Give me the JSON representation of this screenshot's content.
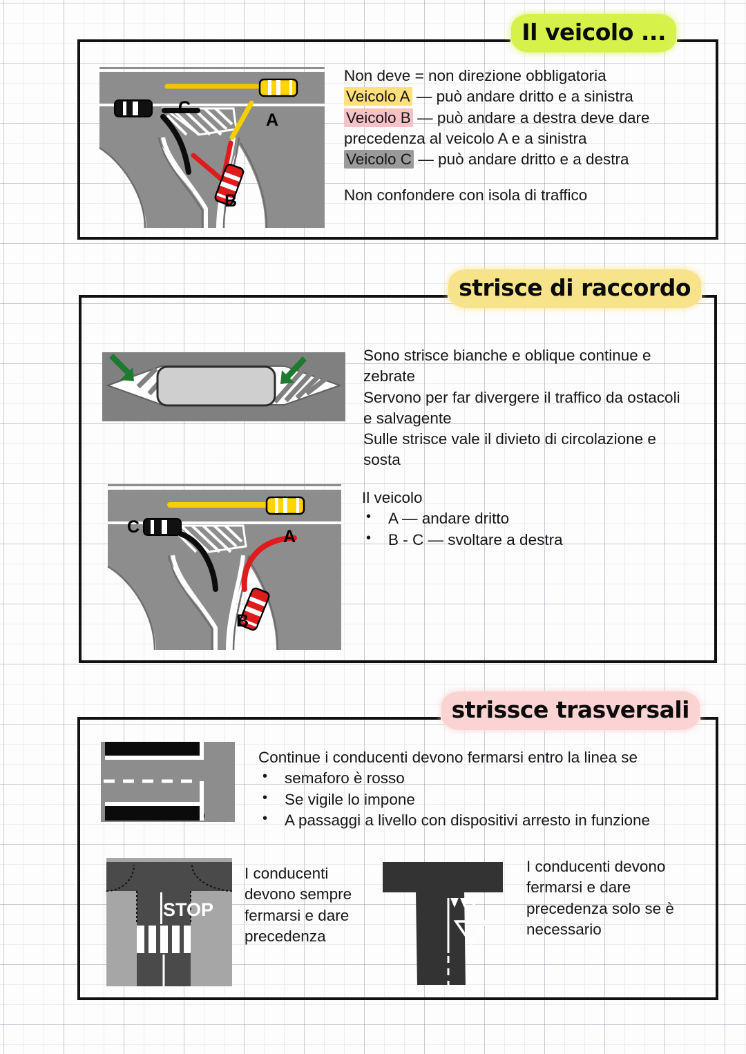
{
  "page": {
    "background": "#fdfdfd",
    "grid_color": "#787d8c"
  },
  "sections": [
    {
      "title": "Il veicolo ...",
      "title_highlight": "#d6f24a",
      "lines": [
        "Non deve = non direzione obbligatoria",
        "Veicolo A —  può andare dritto e a sinistra",
        "Veicolo B —  può andare a destra deve dare",
        "precedenza al veicolo A e a sinistra",
        "Veicolo C —  può andare dritto e a destra",
        "Non confondere con isola di traffico"
      ],
      "marks": {
        "a": "Veicolo A",
        "b": "Veicolo B",
        "c": "Veicolo C",
        "a_color": "#ffe07a",
        "b_color": "#f7c2c7",
        "c_color": "#9a9a9a"
      },
      "diagram": {
        "name": "junction-no-obligatory-direction",
        "car_labels": [
          "A",
          "B",
          "C"
        ],
        "car_colors": [
          "#ffd400",
          "#e01b1b",
          "#111111"
        ]
      }
    },
    {
      "title": "strisce di raccordo",
      "title_highlight": "#f7e38a",
      "para1": [
        "Sono strisce bianche e oblique continue e",
        "zebrate",
        "Servono per far divergere il traffico da ostacoli",
        "e salvagente",
        "Sulle strisce vale il divieto di circolazione e",
        "sosta"
      ],
      "para2_heading": "Il veicolo",
      "para2_bullets": [
        "A —  andare dritto",
        "B - C —  svoltare a destra"
      ],
      "diagram_island": {
        "name": "traffic-island-with-diverging-stripes",
        "arrow_color": "#1d7a2e"
      },
      "diagram_junction": {
        "name": "junction-with-connecting-stripes",
        "car_labels": [
          "A",
          "B",
          "C"
        ]
      }
    },
    {
      "title": "strissce trasversali",
      "title_highlight": "#fbd3d3",
      "intro": "Continue i conducenti devono fermarsi entro la linea se",
      "bullets": [
        "semaforo è rosso",
        "Se vigile lo impone",
        "A passaggi a livello con dispositivi arresto in funzione"
      ],
      "stop_caption": [
        "I conducenti",
        "devono  sempre",
        "fermarsi e dare",
        "precedenza"
      ],
      "giveway_caption": [
        "I conducenti devono",
        "fermarsi e dare",
        "precedenza solo se è",
        "necessario"
      ],
      "diagrams": {
        "continuous_line": "continuous-stop-line-junction",
        "stop_line": "stop-line-junction",
        "stop_text": "STOP",
        "giveway": "give-way-line-junction"
      }
    }
  ]
}
